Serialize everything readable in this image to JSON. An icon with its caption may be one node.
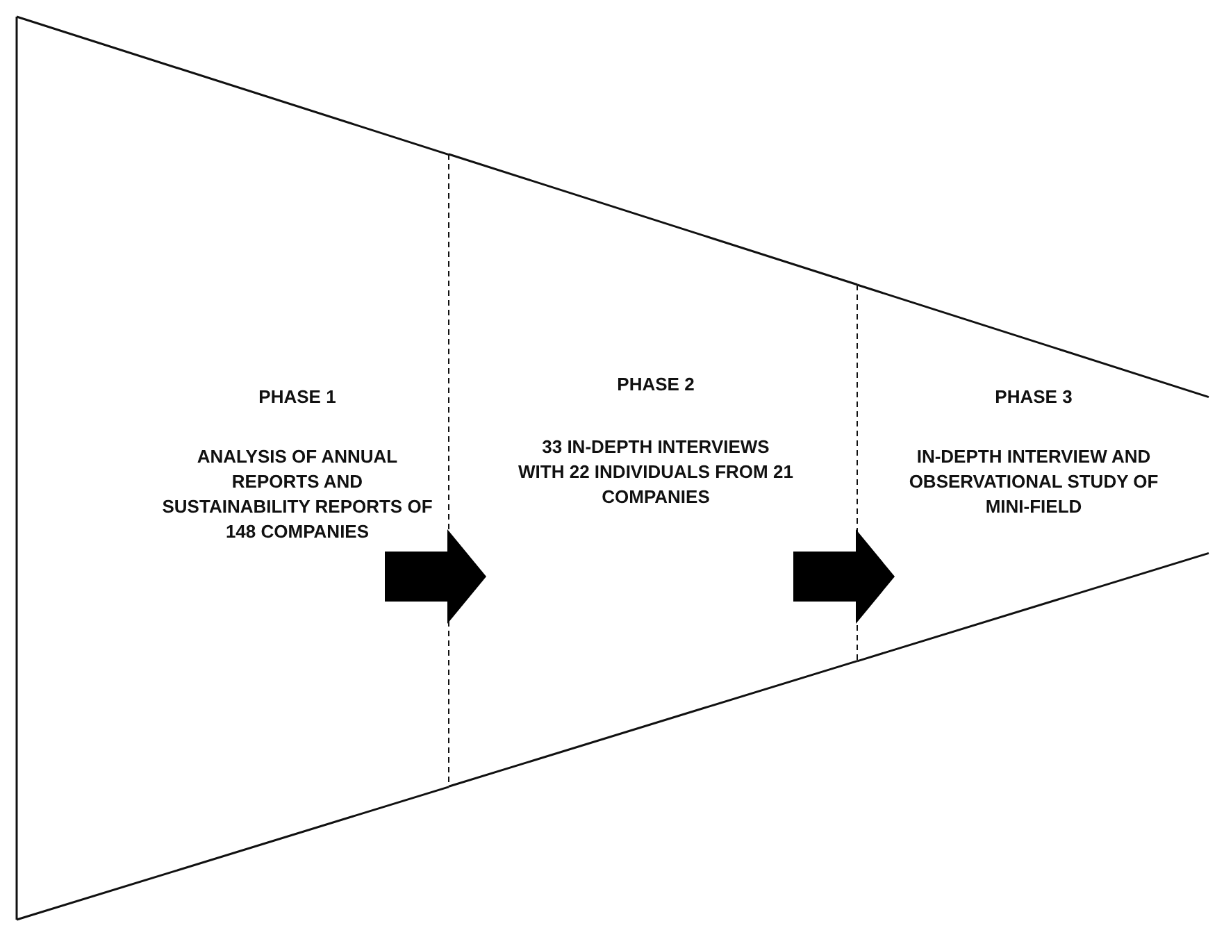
{
  "diagram": {
    "nodes": [
      {
        "text": [
          "PHASE 1",
          "ANALYSIS OF ANNUAL REPORTS AND SUSTAINABILITY REPORTS OF 148 COMPANIES"
        ]
      },
      {
        "text": [
          "PHASE 2",
          "33 IN-DEPTH INTERVIEWS WITH 22 INDIVIDUALS FROM 21 COMPANIES"
        ]
      },
      {
        "text": [
          "PHASE 3",
          "IN-DEPTH INTERVIEW AND OBSERVATIONAL STUDY OF MINI-FIELD"
        ]
      }
    ],
    "edges": [
      {
        "from": 0,
        "to": 1,
        "arrow": "to"
      },
      {
        "from": 1,
        "to": 2,
        "arrow": "to"
      }
    ]
  }
}
